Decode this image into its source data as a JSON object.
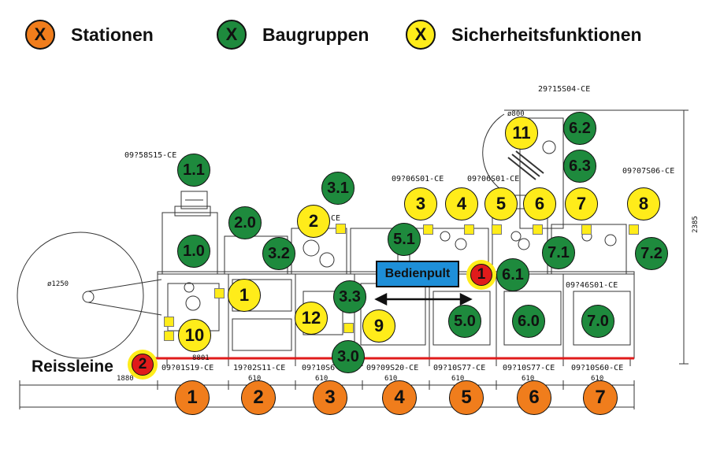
{
  "legend": [
    {
      "symbol": "X",
      "label": "Stationen",
      "color": "#f07d1c"
    },
    {
      "symbol": "X",
      "label": "Baugruppen",
      "color": "#1e8a3d"
    },
    {
      "symbol": "X",
      "label": "Sicherheitsfunktionen",
      "color": "#ffec1a"
    }
  ],
  "stations": [
    "1",
    "2",
    "3",
    "4",
    "5",
    "6",
    "7"
  ],
  "assemblies": [
    "1.1",
    "1.0",
    "2.0",
    "3.1",
    "3.2",
    "3.3",
    "3.0",
    "5.1",
    "5.0",
    "6.1",
    "6.0",
    "6.2",
    "6.3",
    "7.1",
    "7.2",
    "7.0"
  ],
  "safety_functions": [
    "1",
    "2",
    "3",
    "4",
    "5",
    "6",
    "7",
    "8",
    "9",
    "10",
    "11",
    "12"
  ],
  "emergency": {
    "stop_label": "1",
    "pull_wire_label": "2"
  },
  "labels": {
    "operator_panel": "Bedienpult",
    "pull_wire": "Reissleine"
  },
  "part_codes": {
    "top": "29?15S04-CE",
    "unwinder": "09?58S15-CE",
    "module3": "09?06S01-CE",
    "module5": "09?06S01-CE",
    "module8": "09?07S06-CE",
    "module_mid": "-CE",
    "module7_upper": "09?46S01-CE",
    "bottom": [
      "09?01S19-CE",
      "19?02S11-CE",
      "09?10S6",
      "09?09S20-CE",
      "09?10S77-CE",
      "09?10S77-CE",
      "09?10S60-CE"
    ]
  },
  "dimensions": {
    "roll_diameter": "ø1250",
    "small_diameter": "ø800",
    "height": "2385",
    "base_length": "1880",
    "module_width": "610",
    "small_code": "8801"
  },
  "colors": {
    "station": "#f07d1c",
    "assembly": "#1e8a3d",
    "safety": "#ffec1a",
    "emergency": "#e01b1b",
    "panel": "#1e8fd8",
    "floor_line": "#e01b1b"
  }
}
